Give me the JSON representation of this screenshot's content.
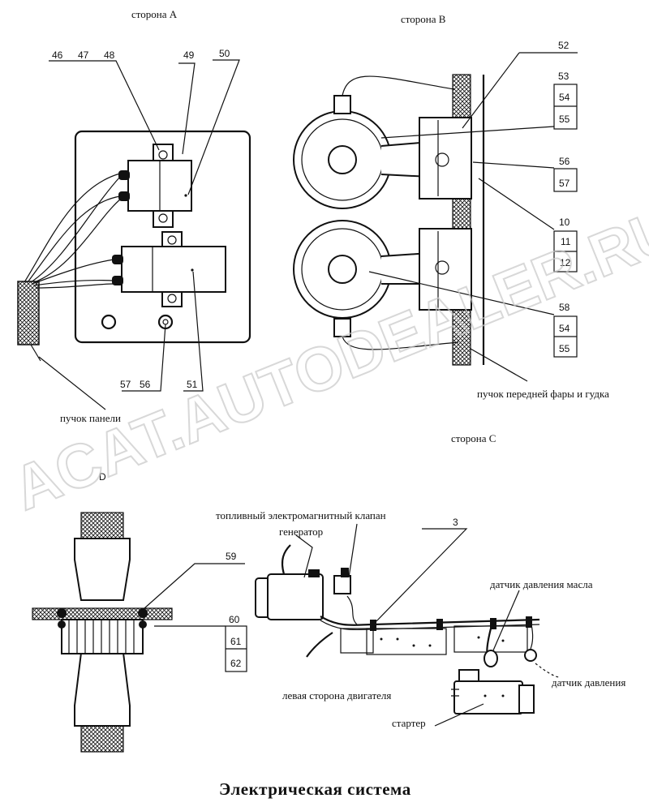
{
  "views": {
    "side_a": "сторона А",
    "side_b": "сторона В",
    "side_c": "сторона С",
    "view_d": "D"
  },
  "labels": {
    "panel_harness": "пучок панели",
    "headlight_horn_harness": "пучок передней фары и гудка",
    "fuel_valve": "топливный электромагнитный клапан",
    "generator": "генератор",
    "oil_pressure_sensor": "датчик давления масла",
    "pressure_sensor": "датчик давления",
    "engine_left_side": "левая сторона двигателя",
    "starter": "стартер"
  },
  "callouts": {
    "c46": "46",
    "c47": "47",
    "c48": "48",
    "c49": "49",
    "c50": "50",
    "c51": "51",
    "c56a": "56",
    "c57a": "57",
    "c52": "52",
    "c53": "53",
    "c54a": "54",
    "c55a": "55",
    "c56b": "56",
    "c57b": "57",
    "c10": "10",
    "c11": "11",
    "c12": "12",
    "c58": "58",
    "c54b": "54",
    "c55b": "55",
    "c3": "3",
    "c59": "59",
    "c60": "60",
    "c61": "61",
    "c62": "62"
  },
  "title": "Электрическая система",
  "watermark": "ACAT.AUTODEALER.RU"
}
